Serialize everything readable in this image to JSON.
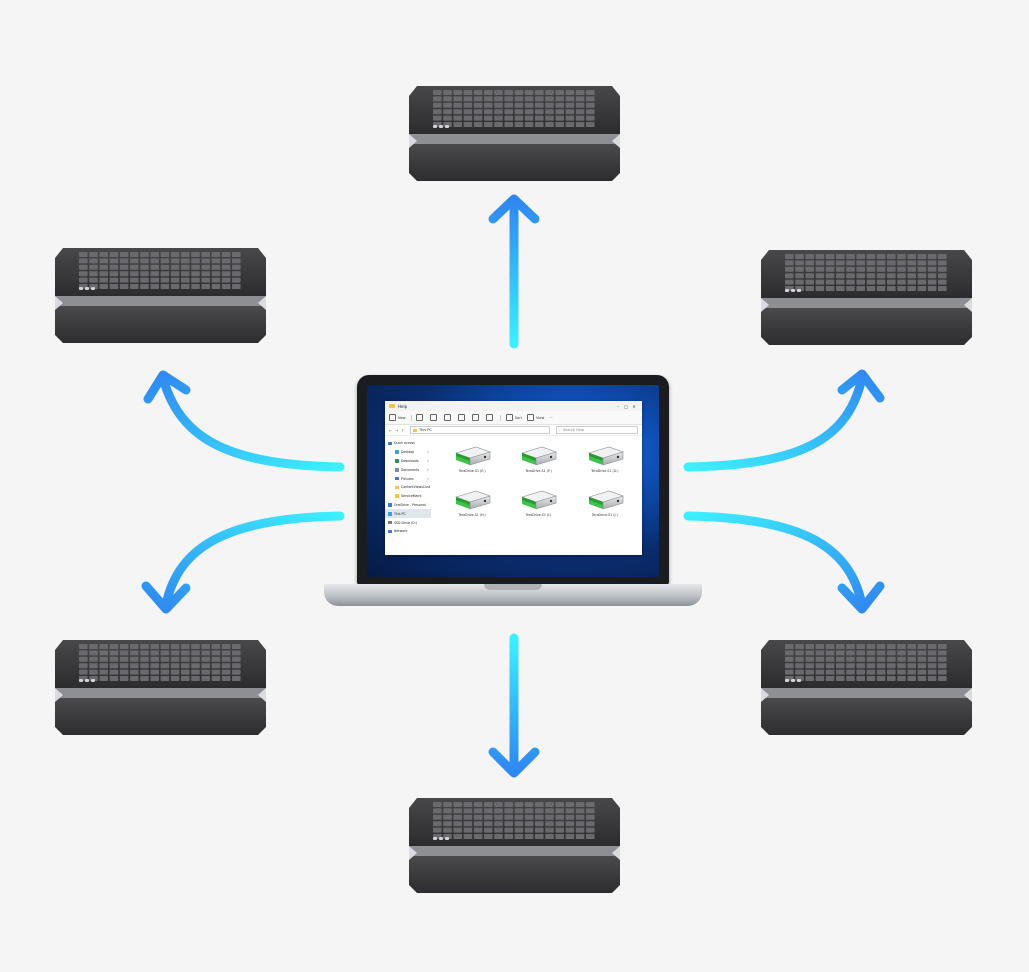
{
  "colors": {
    "background": "#f5f5f5",
    "arrow_start": "#3cf0ff",
    "arrow_end": "#2f86f0",
    "box_body": "#3a3a3c",
    "box_top": "#2a2a2c"
  },
  "explorer": {
    "title": "Help",
    "toolbar": {
      "new_label": "New",
      "sort_label": "Sort",
      "view_label": "View",
      "more_label": "···"
    },
    "address": "This PC",
    "search_placeholder": "Search Help",
    "nav": [
      {
        "label": "Quick access",
        "icon": "star-icon",
        "color": "#3b78d8",
        "sub": false,
        "selected": false,
        "pinned": false
      },
      {
        "label": "Desktop",
        "icon": "desktop-icon",
        "color": "#3b9fe0",
        "sub": true,
        "selected": false,
        "pinned": true
      },
      {
        "label": "Downloads",
        "icon": "download-icon",
        "color": "#2f8f5b",
        "sub": true,
        "selected": false,
        "pinned": true
      },
      {
        "label": "Documents",
        "icon": "document-icon",
        "color": "#7a8ca0",
        "sub": true,
        "selected": false,
        "pinned": true
      },
      {
        "label": "Pictures",
        "icon": "picture-icon",
        "color": "#3b78d8",
        "sub": true,
        "selected": false,
        "pinned": true
      },
      {
        "label": "ContentViewsCust",
        "icon": "folder-icon",
        "color": "#f4c542",
        "sub": true,
        "selected": false,
        "pinned": false
      },
      {
        "label": "ServiceMaint",
        "icon": "folder-icon",
        "color": "#f4c542",
        "sub": true,
        "selected": false,
        "pinned": false
      },
      {
        "label": "OneDrive - Personal",
        "icon": "cloud-icon",
        "color": "#3b78d8",
        "sub": false,
        "selected": false,
        "pinned": false
      },
      {
        "label": "This PC",
        "icon": "pc-icon",
        "color": "#3b9fe0",
        "sub": false,
        "selected": true,
        "pinned": false
      },
      {
        "label": "SSD Drive (D:)",
        "icon": "drive-icon",
        "color": "#777777",
        "sub": false,
        "selected": false,
        "pinned": false
      },
      {
        "label": "Network",
        "icon": "network-icon",
        "color": "#3b78d8",
        "sub": false,
        "selected": false,
        "pinned": false
      }
    ],
    "drives": [
      {
        "label": "TeraDrive-S1 (E:)"
      },
      {
        "label": "TeraDrive-S1 (F:)"
      },
      {
        "label": "TeraDrive-S1 (G:)"
      },
      {
        "label": "TeraDrive-S1 (H:)"
      },
      {
        "label": "TeraDrive-S1 (I:)"
      },
      {
        "label": "TeraDrive-S1 (J:)"
      }
    ]
  },
  "storage_units": [
    "top",
    "top-left",
    "top-right",
    "bottom-left",
    "bottom-right",
    "bottom"
  ]
}
